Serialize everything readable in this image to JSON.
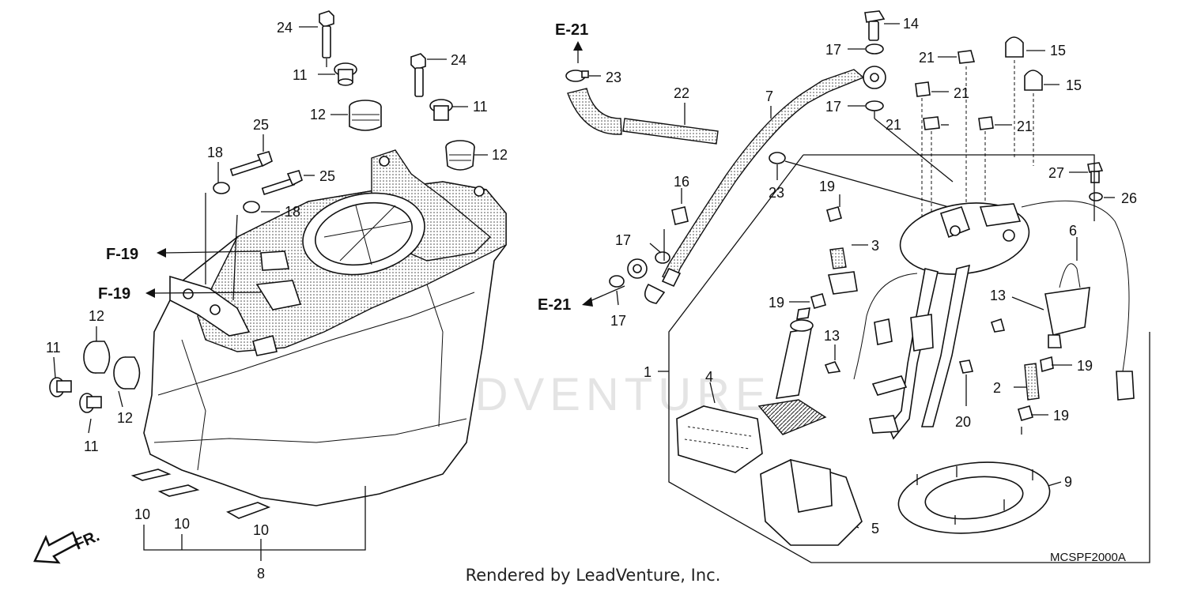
{
  "watermark": {
    "text": "LEADVENTURE"
  },
  "footer": {
    "text": "Rendered by LeadVenture, Inc."
  },
  "diagram_code": "MCSPF2000A",
  "front_indicator": "FR.",
  "refs": {
    "e21_top": "E-21",
    "e21_bottom": "E-21",
    "f19_top": "F-19",
    "f19_bottom": "F-19"
  },
  "callouts": {
    "c24a": "24",
    "c24b": "24",
    "c11a": "11",
    "c11b": "11",
    "c11c": "11",
    "c11d": "11",
    "c12a": "12",
    "c12b": "12",
    "c12c": "12",
    "c12d": "12",
    "c25a": "25",
    "c25b": "25",
    "c18a": "18",
    "c18b": "18",
    "c10a": "10",
    "c10b": "10",
    "c10c": "10",
    "c8": "8",
    "c23a": "23",
    "c23b": "23",
    "c22": "22",
    "c7": "7",
    "c16": "16",
    "c17a": "17",
    "c17b": "17",
    "c17c": "17",
    "c17d": "17",
    "c14": "14",
    "c21a": "21",
    "c21b": "21",
    "c21c": "21",
    "c21d": "21",
    "c15a": "15",
    "c15b": "15",
    "c27": "27",
    "c26": "26",
    "c19a": "19",
    "c19b": "19",
    "c19c": "19",
    "c19d": "19",
    "c3": "3",
    "c6": "6",
    "c13a": "13",
    "c13b": "13",
    "c1": "1",
    "c4": "4",
    "c20": "20",
    "c2": "2",
    "c9": "9",
    "c5": "5"
  }
}
